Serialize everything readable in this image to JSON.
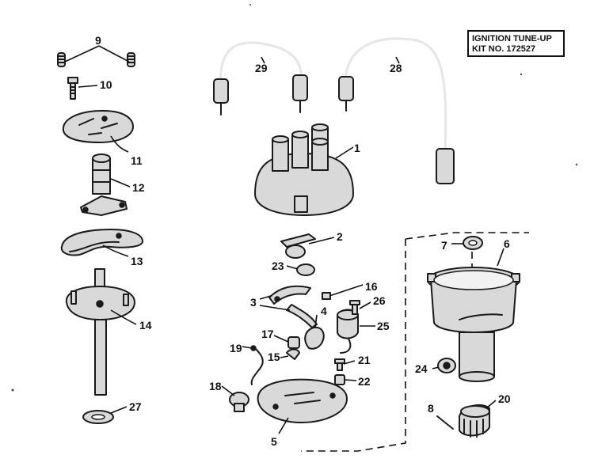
{
  "kit_box": {
    "line1": "IGNITION TUNE-UP",
    "line2": "KIT NO. 172527"
  },
  "callouts": {
    "c1": "1",
    "c2": "2",
    "c3": "3",
    "c4": "4",
    "c5": "5",
    "c6": "6",
    "c7": "7",
    "c8": "8",
    "c9": "9",
    "c10": "10",
    "c11": "11",
    "c12": "12",
    "c13": "13",
    "c14": "14",
    "c15": "15",
    "c16": "16",
    "c17": "17",
    "c18": "18",
    "c19": "19",
    "c20": "20",
    "c21": "21",
    "c22": "22",
    "c23": "23",
    "c24": "24",
    "c25": "25",
    "c26": "26",
    "c27": "27",
    "c28": "28",
    "c29": "29"
  }
}
